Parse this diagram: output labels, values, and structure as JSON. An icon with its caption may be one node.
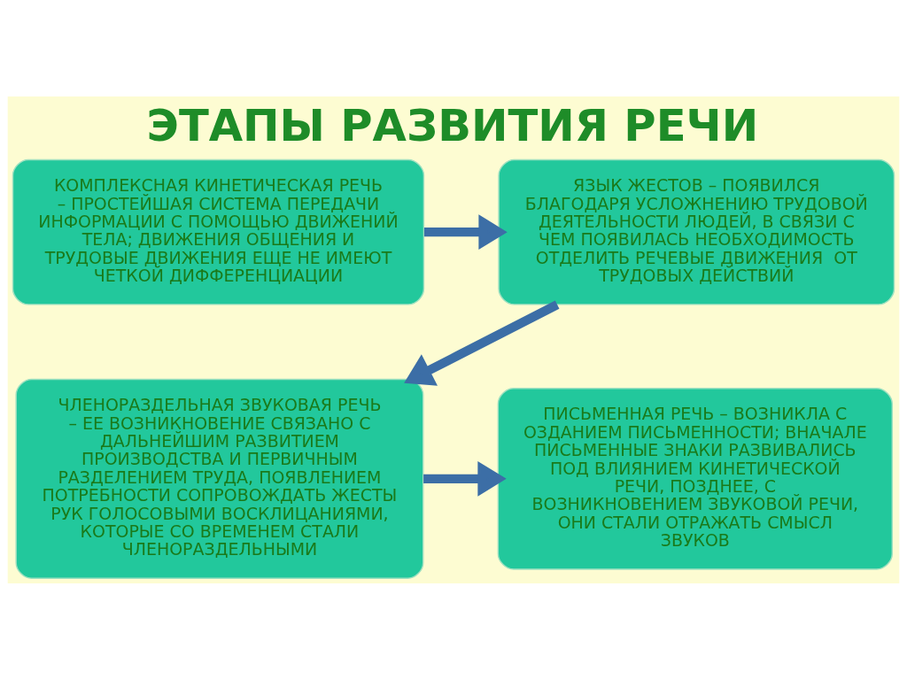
{
  "diagram": {
    "title": "ЭТАПЫ РАЗВИТИЯ РЕЧИ",
    "nodes": [
      {
        "text": [
          "КОМПЛЕКСНАЯ КИНЕТИЧЕСКАЯ РЕЧЬ – ПРОСТЕЙШАЯ СИСТЕМА ПЕРЕДАЧИ ИНФОРМАЦИИ С ПОМОЩЬЮ ДВИЖЕНИЙ ТЕЛА; ДВИЖЕНИЯ ОБЩЕНИЯ И ТРУДОВЫЕ ДВИЖЕНИЯ ЕЩЕ НЕ ИМЕЮТ ЧЕТКОЙ ДИФФЕРЕНЦИАЦИИ"
        ]
      },
      {
        "text": [
          "ЯЗЫК ЖЕСТОВ – ПОЯВИЛСЯ БЛАГОДАРЯ УСЛОЖНЕНИЮ ТРУДОВОЙ ДЕЯТЕЛЬНОСТИ ЛЮДЕЙ, В СВЯЗИ С ЧЕМ ПОЯВИЛАСЬ НЕОБХОДИМОСТЬ ОТДЕЛИТЬ РЕЧЕВЫЕ ДВИЖЕНИЯ  ОТ ТРУДОВЫХ ДЕЙСТВИЙ"
        ]
      },
      {
        "text": [
          "ПИСЬМЕННАЯ РЕЧЬ – ВОЗНИКЛА С ОЗДАНИЕМ ПИСЬМЕННОСТИ; ВНАЧАЛЕ ПИСЬМЕННЫЕ ЗНАКИ РАЗВИВАЛИСЬ ПОД ВЛИЯНИЕМ КИНЕТИЧЕСКОЙ РЕЧИ, ПОЗДНЕЕ, С ВОЗНИКНОВЕНИЕМ ЗВУКОВОЙ РЕЧИ, ОНИ СТАЛИ ОТРАЖАТЬ СМЫСЛ ЗВУКОВ"
        ]
      },
      {
        "text": [
          "ЧЛЕНОРАЗДЕЛЬНАЯ ЗВУКОВАЯ РЕЧЬ – ЕЕ ВОЗНИКНОВЕНИЕ СВЯЗАНО С ДАЛЬНЕЙШИМ РАЗВИТИЕМ ПРОИЗВОДСТВА И ПЕРВИЧНЫМ РАЗДЕЛЕНИЕМ ТРУДА, ПОЯВЛЕНИЕМ ПОТРЕБНОСТИ СОПРОВОЖДАТЬ ЖЕСТЫ РУК ГОЛОСОВЫМИ ВОСКЛИЦАНИЯМИ, КОТОРЫЕ СО ВРЕМЕНЕМ СТАЛИ ЧЛЕНОРАЗДЕЛЬНЫМИ"
        ]
      }
    ],
    "edges": [
      {
        "from": 0,
        "to": 1,
        "arrow": "to"
      },
      {
        "from": 1,
        "to": 3,
        "arrow": "to"
      },
      {
        "from": 3,
        "to": 2,
        "arrow": "to"
      }
    ]
  }
}
